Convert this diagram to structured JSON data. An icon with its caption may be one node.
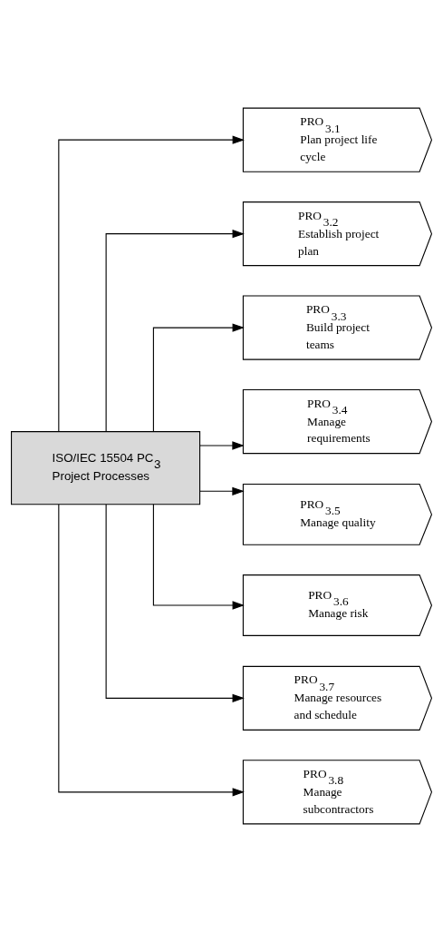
{
  "diagram": {
    "nodes": [
      {
        "text": [
          "ISO/IEC 15504 PC$_{3}$",
          "Project Processes"
        ]
      },
      {
        "text": [
          "PRO$_{3.1}$",
          "Plan project life cycle"
        ]
      },
      {
        "text": [
          "PRO$_{3.2}$",
          "Establish project plan"
        ]
      },
      {
        "text": [
          "PRO$_{3.3}$",
          "Build project teams"
        ]
      },
      {
        "text": [
          "PRO$_{3.4}$",
          "Manage requirements"
        ]
      },
      {
        "text": [
          "PRO$_{3.5}$",
          "Manage quality"
        ]
      },
      {
        "text": [
          "PRO$_{3.6}$",
          "Manage risk"
        ]
      },
      {
        "text": [
          "PRO$_{3.7}$",
          "Manage resources and schedule"
        ]
      },
      {
        "text": [
          "PRO$_{3.8}$",
          "Manage subcontractors"
        ]
      }
    ],
    "edges": [
      {
        "from": 0,
        "to": 1,
        "arrow": "to"
      },
      {
        "from": 0,
        "to": 2,
        "arrow": "to"
      },
      {
        "from": 0,
        "to": 3,
        "arrow": "to"
      },
      {
        "from": 0,
        "to": 4,
        "arrow": "to"
      },
      {
        "from": 0,
        "to": 5,
        "arrow": "to"
      },
      {
        "from": 0,
        "to": 6,
        "arrow": "to"
      },
      {
        "from": 0,
        "to": 7,
        "arrow": "to"
      },
      {
        "from": 0,
        "to": 8,
        "arrow": "to"
      }
    ]
  }
}
